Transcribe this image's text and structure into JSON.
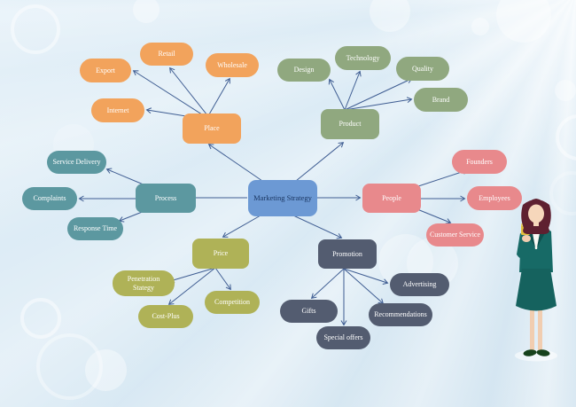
{
  "diagram": {
    "type": "mind-map",
    "center": {
      "label": "Marketing Strategy"
    },
    "branches": [
      {
        "label": "Place",
        "color": "#F2A35C",
        "children": [
          {
            "label": "Retail"
          },
          {
            "label": "Wholesale"
          },
          {
            "label": "Export"
          },
          {
            "label": "Internet"
          }
        ]
      },
      {
        "label": "Product",
        "color": "#90A87F",
        "children": [
          {
            "label": "Technology"
          },
          {
            "label": "Design"
          },
          {
            "label": "Quality"
          },
          {
            "label": "Brand"
          }
        ]
      },
      {
        "label": "Process",
        "color": "#5C98A0",
        "children": [
          {
            "label": "Service Delivery"
          },
          {
            "label": "Complaints"
          },
          {
            "label": "Response Time"
          }
        ]
      },
      {
        "label": "People",
        "color": "#E8898C",
        "children": [
          {
            "label": "Founders"
          },
          {
            "label": "Employees"
          },
          {
            "label": "Customer Service"
          }
        ]
      },
      {
        "label": "Price",
        "color": "#AFB257",
        "children": [
          {
            "label": "Penetration Stategy"
          },
          {
            "label": "Cost-Plus"
          },
          {
            "label": "Competition"
          }
        ]
      },
      {
        "label": "Promotion",
        "color": "#535C70",
        "children": [
          {
            "label": "Gifts"
          },
          {
            "label": "Special offers"
          },
          {
            "label": "Recommendations"
          },
          {
            "label": "Advertising"
          }
        ]
      }
    ],
    "colors": {
      "center_fill": "#6C99D4",
      "center_text": "#1B3763",
      "child_text": "#FFFFFF",
      "connector": "#3F5D92",
      "background": "#D9E9F4"
    },
    "illustration": {
      "name": "businesswoman-with-coffee"
    }
  }
}
